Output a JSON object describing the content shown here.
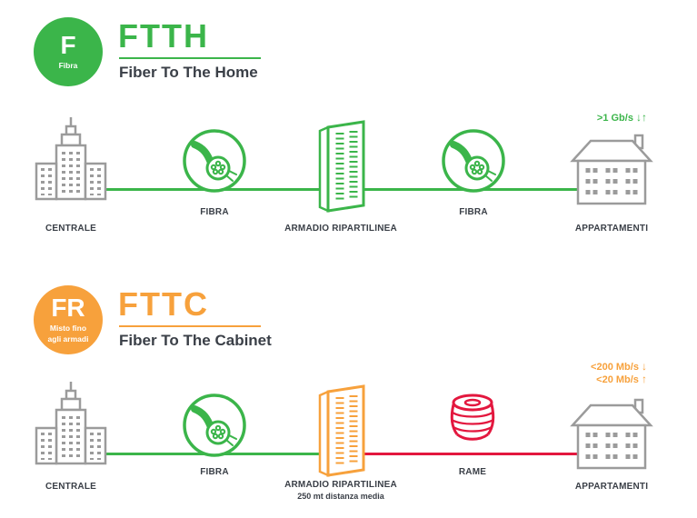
{
  "colors": {
    "green": "#3bb54a",
    "orange": "#f7a13c",
    "red": "#e3173e",
    "gray": "#9b9b9b",
    "dark_text": "#3a3f47"
  },
  "ftth": {
    "badge": {
      "letter": "F",
      "subtitle": "Fibra"
    },
    "title": "FTTH",
    "subtitle": "Fiber To The Home",
    "speed": {
      "value": ">1 Gb/s",
      "down_arrow": "↓",
      "up_arrow": "↑"
    },
    "nodes": {
      "centrale": "CENTRALE",
      "fibra_1": "FIBRA",
      "armadio": "ARMADIO RIPARTILINEA",
      "fibra_2": "FIBRA",
      "appartamenti": "APPARTAMENTI"
    }
  },
  "fttc": {
    "badge": {
      "letter": "FR",
      "subtitle_line1": "Misto fino",
      "subtitle_line2": "agli armadi"
    },
    "title": "FTTC",
    "subtitle": "Fiber To The Cabinet",
    "speed_down": {
      "value": "<200 Mb/s",
      "arrow": "↓"
    },
    "speed_up": {
      "value": "<20 Mb/s",
      "arrow": "↑"
    },
    "nodes": {
      "centrale": "CENTRALE",
      "fibra": "FIBRA",
      "armadio": "ARMADIO RIPARTILINEA",
      "armadio_note": "250 mt distanza media",
      "rame": "RAME",
      "appartamenti": "APPARTAMENTI"
    }
  }
}
